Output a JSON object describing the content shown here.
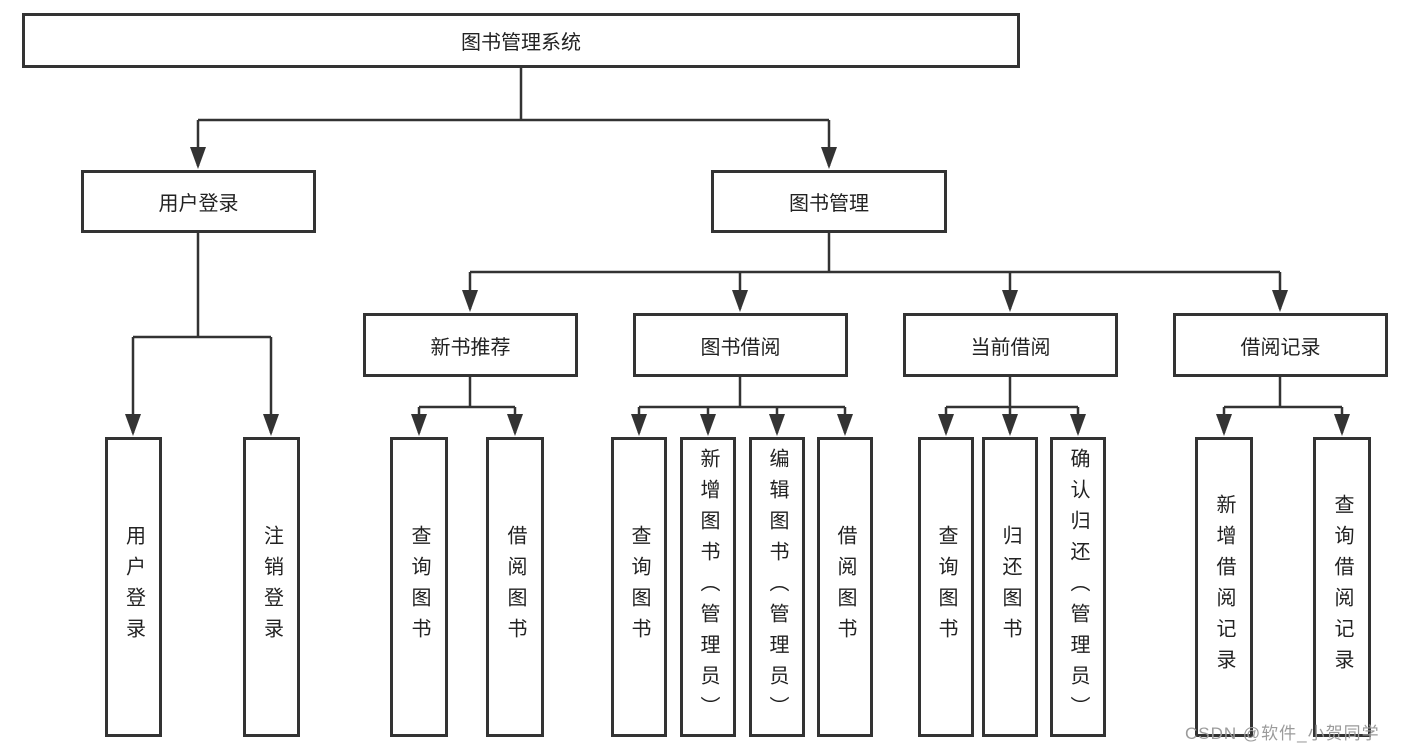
{
  "diagram": {
    "type": "hierarchy",
    "colors": {
      "line": "#333333",
      "border": "#333333",
      "text": "#222222",
      "watermark": "#9b9b9b",
      "background": "#ffffff"
    },
    "watermark": "CSDN @软件_小贺同学",
    "root": {
      "label": "图书管理系统",
      "children": [
        {
          "label": "用户登录",
          "children": [
            {
              "label": "用户登录"
            },
            {
              "label": "注销登录"
            }
          ]
        },
        {
          "label": "图书管理",
          "children": [
            {
              "label": "新书推荐",
              "children": [
                {
                  "label": "查询图书"
                },
                {
                  "label": "借阅图书"
                }
              ]
            },
            {
              "label": "图书借阅",
              "children": [
                {
                  "label": "查询图书"
                },
                {
                  "label": "新增图书（管理员）"
                },
                {
                  "label": "编辑图书（管理员）"
                },
                {
                  "label": "借阅图书"
                }
              ]
            },
            {
              "label": "当前借阅",
              "children": [
                {
                  "label": "查询图书"
                },
                {
                  "label": "归还图书"
                },
                {
                  "label": "确认归还（管理员）"
                }
              ]
            },
            {
              "label": "借阅记录",
              "children": [
                {
                  "label": "新增借阅记录"
                },
                {
                  "label": "查询借阅记录"
                }
              ]
            }
          ]
        }
      ]
    }
  }
}
